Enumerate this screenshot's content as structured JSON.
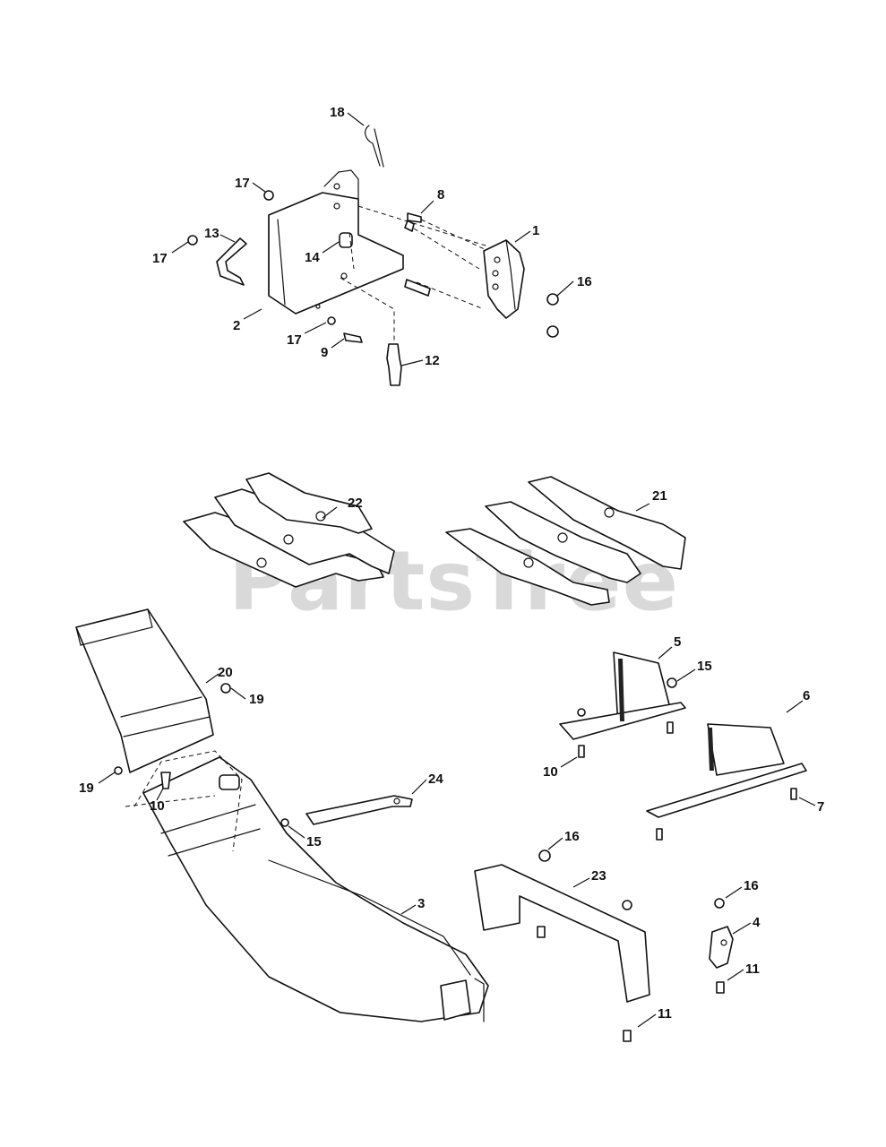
{
  "watermark": "PartsTree",
  "callouts": {
    "c1": "1",
    "c2": "2",
    "c3": "3",
    "c4": "4",
    "c5": "5",
    "c6": "6",
    "c7": "7",
    "c8": "8",
    "c9": "9",
    "c10a": "10",
    "c10b": "10",
    "c11a": "11",
    "c11b": "11",
    "c12": "12",
    "c13": "13",
    "c14": "14",
    "c15a": "15",
    "c15b": "15",
    "c16a": "16",
    "c16b": "16",
    "c16c": "16",
    "c17a": "17",
    "c17b": "17",
    "c17c": "17",
    "c18": "18",
    "c19a": "19",
    "c19b": "19",
    "c20": "20",
    "c21": "21",
    "c22": "22",
    "c23": "23",
    "c24": "24"
  }
}
